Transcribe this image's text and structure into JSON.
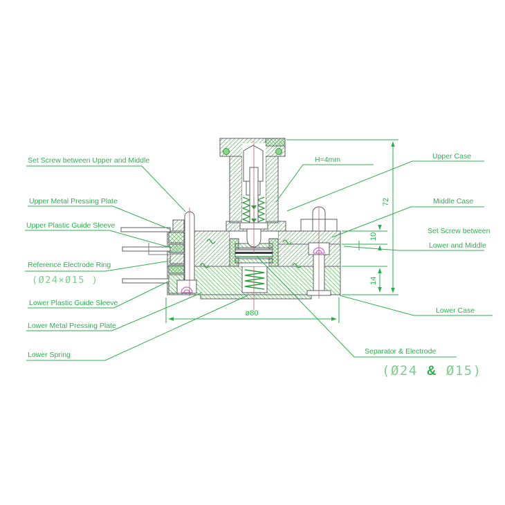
{
  "drawing_title": "split-test-cell-cross-section",
  "colors": {
    "label_green": "#2fae4e",
    "dimension_green": "#25b148",
    "hatch_green": "#7cc87c",
    "outline_gray": "#5c5c66",
    "detail_magenta": "#c24ec2",
    "centerline_red": "#b06060",
    "dia_light_green": "#7ccf8a"
  },
  "labels_left": [
    {
      "text": "Set Screw between Upper and Middle"
    },
    {
      "text": "Upper Metal Pressing Plate"
    },
    {
      "text": "Upper Plastic Guide Sleeve"
    },
    {
      "text": "Reference Electrode Ring"
    },
    {
      "text": "Lower Plastic Guide Sleeve"
    },
    {
      "text": "Lower Metal Pressing Plate"
    },
    {
      "text": "Lower Spring"
    }
  ],
  "reference_ring_size": "(Ø24×Ø15 )",
  "labels_right": [
    {
      "text": "H=4mm"
    },
    {
      "text": "Upper Case"
    },
    {
      "text": "Middle Case"
    },
    {
      "text": "Set Screw between",
      "text2": "Lower and Middle"
    },
    {
      "text": "Lower Case"
    },
    {
      "text": "Separator & Electrode"
    }
  ],
  "separator_size": {
    "prefix": "(Ø24 ",
    "amp": "&",
    "suffix": " Ø15)"
  },
  "dimensions": {
    "overall_height": "72",
    "middle_height": "10",
    "lower_height": "14",
    "base_diameter": "ø80"
  }
}
